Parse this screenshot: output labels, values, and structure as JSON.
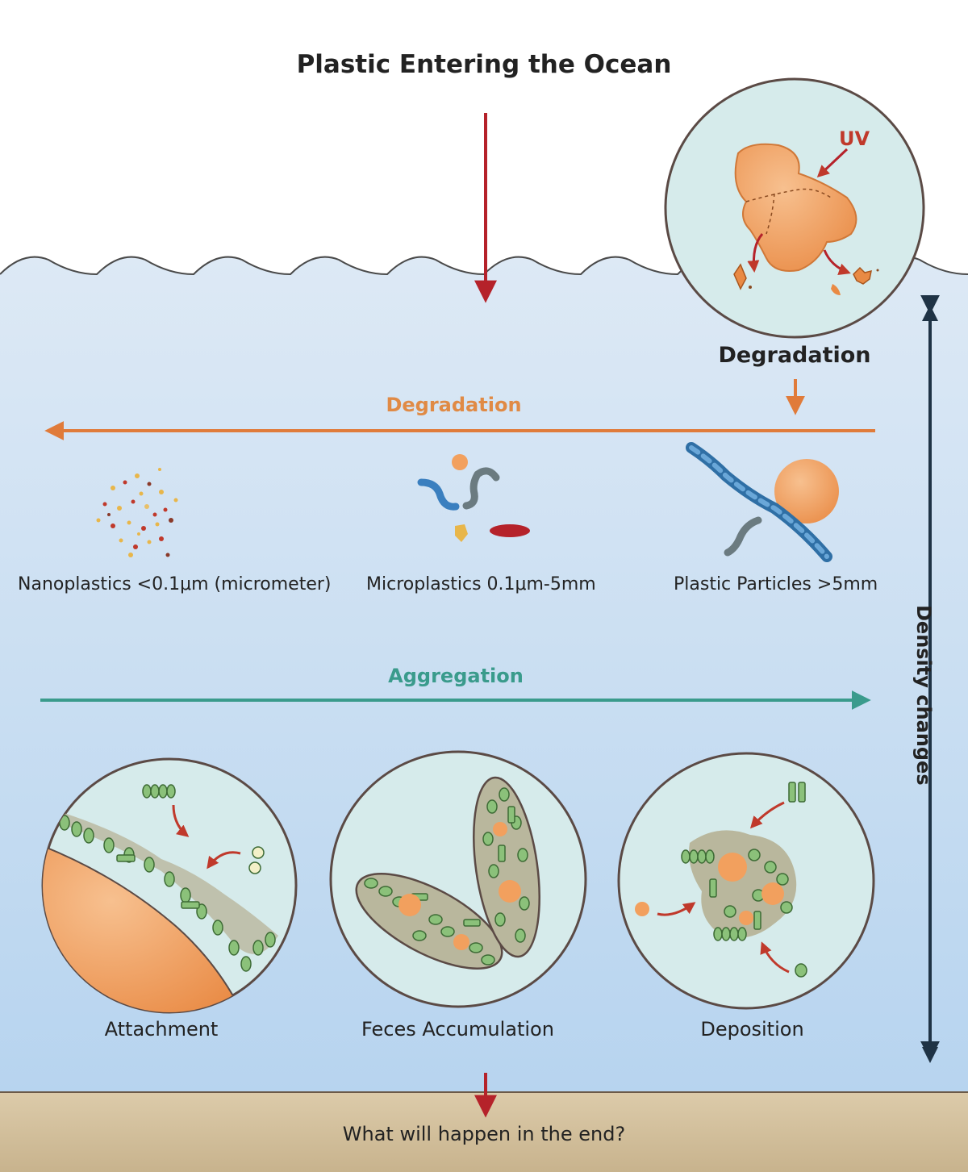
{
  "title": "Plastic Entering the Ocean",
  "degradation_circle": {
    "label": "Degradation",
    "uv_label": "UV"
  },
  "degradation_arrow": {
    "label": "Degradation",
    "color": "#e07b3a"
  },
  "size_classes": [
    {
      "label": "Nanoplastics <0.1μm (micrometer)"
    },
    {
      "label": "Microplastics 0.1μm-5mm"
    },
    {
      "label": "Plastic Particles >5mm"
    }
  ],
  "aggregation_arrow": {
    "label": "Aggregation",
    "color": "#3a9b8c"
  },
  "processes": [
    {
      "label": "Attachment"
    },
    {
      "label": "Feces Accumulation"
    },
    {
      "label": "Deposition"
    }
  ],
  "density_label": "Density changes",
  "question": "What will happen in the end?",
  "colors": {
    "water_top": "#dbe9f6",
    "water_bottom": "#b4d2ee",
    "sediment": "#d9c7a4",
    "plastic": "#f2a05e",
    "arrow_red": "#b5222a",
    "density_arrow": "#1f3345",
    "circle_fill": "#d6ebeb",
    "circle_stroke": "#5b4a45"
  }
}
